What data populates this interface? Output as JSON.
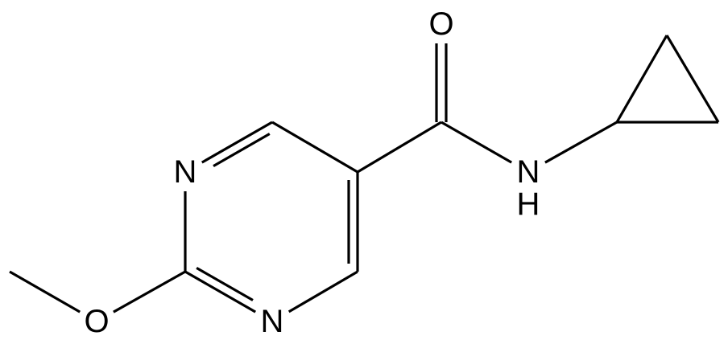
{
  "structure": {
    "atoms": [
      {
        "id": "methyl",
        "label": ""
      },
      {
        "id": "o_ether",
        "label": "O"
      },
      {
        "id": "c2",
        "label": ""
      },
      {
        "id": "n1",
        "label": "N"
      },
      {
        "id": "c6",
        "label": ""
      },
      {
        "id": "c5",
        "label": ""
      },
      {
        "id": "c4",
        "label": ""
      },
      {
        "id": "n3",
        "label": "N"
      },
      {
        "id": "c_carbonyl",
        "label": ""
      },
      {
        "id": "o_carbonyl",
        "label": "O"
      },
      {
        "id": "n_amide",
        "label": "N"
      },
      {
        "id": "h_amide",
        "label": "H"
      },
      {
        "id": "cp_ch",
        "label": ""
      },
      {
        "id": "cp_top",
        "label": ""
      },
      {
        "id": "cp_right",
        "label": ""
      }
    ],
    "bonds": [
      {
        "a": "methyl",
        "b": "o_ether",
        "order": 1
      },
      {
        "a": "o_ether",
        "b": "c2",
        "order": 1
      },
      {
        "a": "c2",
        "b": "n1",
        "order": 1
      },
      {
        "a": "n1",
        "b": "c6",
        "order": 2
      },
      {
        "a": "c6",
        "b": "c5",
        "order": 1
      },
      {
        "a": "c5",
        "b": "c4",
        "order": 2
      },
      {
        "a": "c4",
        "b": "n3",
        "order": 1
      },
      {
        "a": "n3",
        "b": "c2",
        "order": 2
      },
      {
        "a": "c5",
        "b": "c_carbonyl",
        "order": 1
      },
      {
        "a": "c_carbonyl",
        "b": "o_carbonyl",
        "order": 2
      },
      {
        "a": "c_carbonyl",
        "b": "n_amide",
        "order": 1
      },
      {
        "a": "n_amide",
        "b": "h_amide",
        "order": 1
      },
      {
        "a": "n_amide",
        "b": "cp_ch",
        "order": 1
      },
      {
        "a": "cp_ch",
        "b": "cp_top",
        "order": 1
      },
      {
        "a": "cp_top",
        "b": "cp_right",
        "order": 1
      },
      {
        "a": "cp_right",
        "b": "cp_ch",
        "order": 1
      }
    ]
  }
}
